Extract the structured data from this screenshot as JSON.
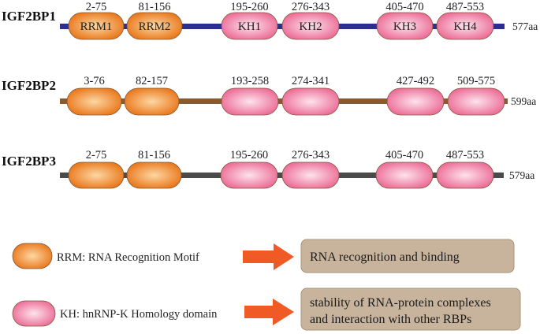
{
  "colors": {
    "rrm_edge": "#e9781c",
    "rrm_center": "#fdd7a3",
    "kh_edge": "#ec6d97",
    "kh_center": "#fde3ec",
    "domain_outline": "#7a5a3a",
    "arrow": "#f05a25",
    "function_box": "#c8b49c",
    "function_box_border": "#a89478"
  },
  "proteins": [
    {
      "name": "IGF2BP1",
      "length_label": "577aa",
      "backbone_color": "#2b2f8f",
      "domains": [
        {
          "type": "RRM",
          "label": "RRM1",
          "range": "2-75"
        },
        {
          "type": "RRM",
          "label": "RRM2",
          "range": "81-156"
        },
        {
          "type": "KH",
          "label": "KH1",
          "range": "195-260"
        },
        {
          "type": "KH",
          "label": "KH2",
          "range": "276-343"
        },
        {
          "type": "KH",
          "label": "KH3",
          "range": "405-470"
        },
        {
          "type": "KH",
          "label": "KH4",
          "range": "487-553"
        }
      ]
    },
    {
      "name": "IGF2BP2",
      "length_label": "599aa",
      "backbone_color": "#8a5a2e",
      "domains": [
        {
          "type": "RRM",
          "label": "",
          "range": "3-76"
        },
        {
          "type": "RRM",
          "label": "",
          "range": "82-157"
        },
        {
          "type": "KH",
          "label": "",
          "range": "193-258"
        },
        {
          "type": "KH",
          "label": "",
          "range": "274-341"
        },
        {
          "type": "KH",
          "label": "",
          "range": "427-492"
        },
        {
          "type": "KH",
          "label": "",
          "range": "509-575"
        }
      ]
    },
    {
      "name": "IGF2BP3",
      "length_label": "579aa",
      "backbone_color": "#4a4a4a",
      "domains": [
        {
          "type": "RRM",
          "label": "",
          "range": "2-75"
        },
        {
          "type": "RRM",
          "label": "",
          "range": "81-156"
        },
        {
          "type": "KH",
          "label": "",
          "range": "195-260"
        },
        {
          "type": "KH",
          "label": "",
          "range": "276-343"
        },
        {
          "type": "KH",
          "label": "",
          "range": "405-470"
        },
        {
          "type": "KH",
          "label": "",
          "range": "487-553"
        }
      ]
    }
  ],
  "legend": [
    {
      "type": "RRM",
      "text": "RRM:  RNA Recognition Motif",
      "function_lines": [
        "RNA recognition and binding"
      ]
    },
    {
      "type": "KH",
      "text": "KH:  hnRNP-K Homology domain",
      "function_lines": [
        "stability of RNA-protein complexes",
        "and interaction with other RBPs"
      ]
    }
  ]
}
